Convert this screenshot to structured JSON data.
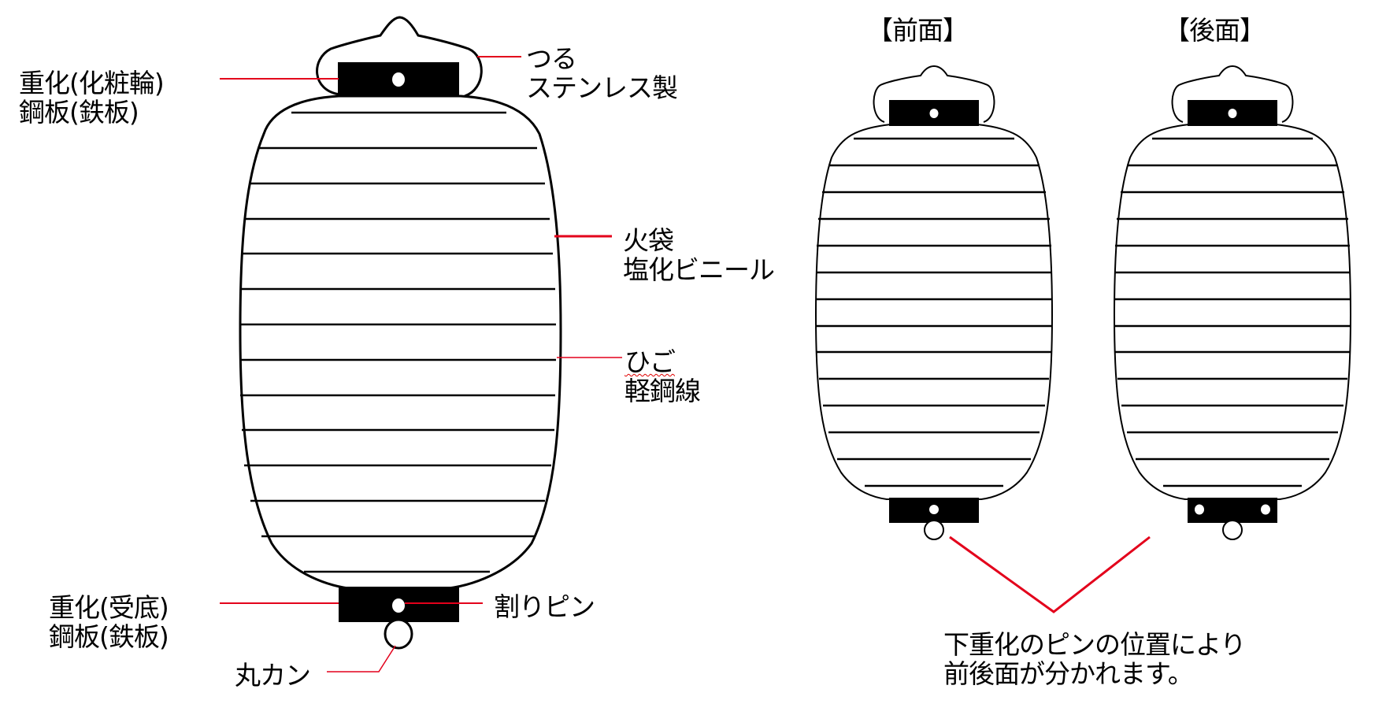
{
  "colors": {
    "outline": "#000000",
    "leader_line": "#e3001b",
    "fill": "#ffffff",
    "metal": "#000000"
  },
  "main_diagram": {
    "labels": {
      "top_weight": {
        "line1": "重化(化粧輪)",
        "line2": "鋼板(鉄板)"
      },
      "handle": {
        "line1": "つる",
        "line2": "ステンレス製"
      },
      "bag": {
        "line1": "火袋",
        "line2": "塩化ビニール"
      },
      "rib": {
        "line1": "ひご",
        "line2": "軽鋼線"
      },
      "bottom_weight": {
        "line1": "重化(受底)",
        "line2": "鋼板(鉄板)"
      },
      "split_pin": {
        "line1": "割りピン"
      },
      "ring": {
        "line1": "丸カン"
      }
    }
  },
  "views": {
    "front": {
      "title": "【前面】",
      "pin_count": 1
    },
    "back": {
      "title": "【後面】",
      "pin_count": 2
    }
  },
  "note": {
    "line1": "下重化のピンの位置により",
    "line2": "前後面が分かれます。"
  }
}
